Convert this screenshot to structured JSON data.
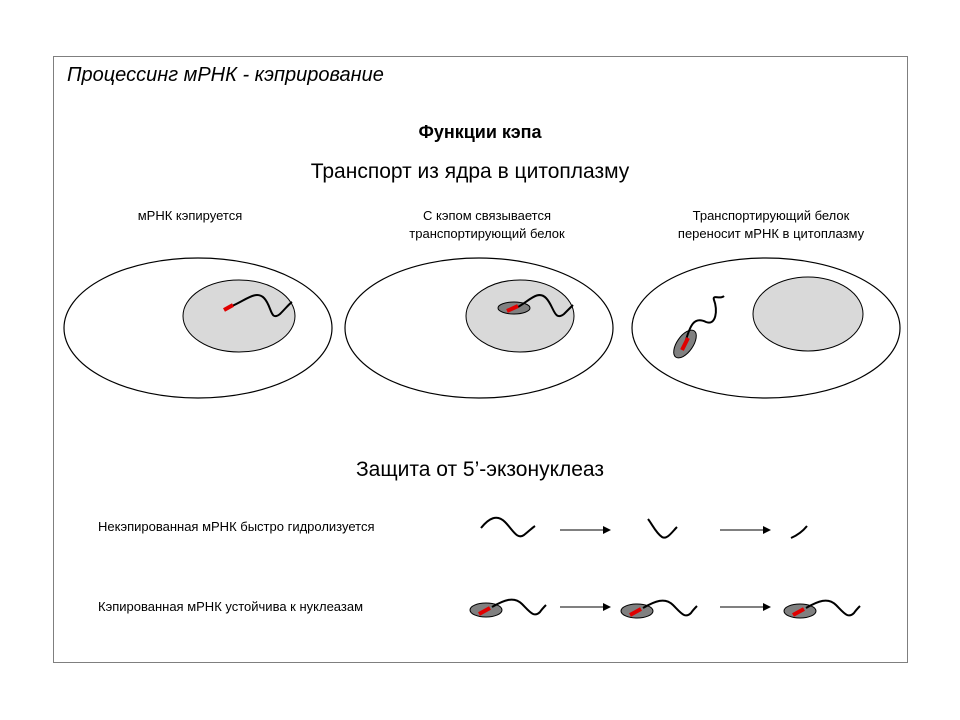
{
  "slide": {
    "title": "Процессинг мРНК - кэприрование",
    "heading": "Функции кэпа",
    "section_transport": "Транспорт из ядра в цитоплазму",
    "captions": [
      "мРНК кэпируется",
      "С кэпом связывается\nтранспортирующий белок",
      "Транспортирующий белок\nпереносит мРНК в цитоплазму"
    ],
    "section_protection": "Защита от 5’-экзонуклеаз",
    "rows": [
      "Некэпированная мРНК быстро гидролизуется",
      "Кэпированная мРНК устойчива к нуклеазам"
    ]
  },
  "colors": {
    "frame": "#7f7f7f",
    "nucleus_fill": "#d9d9d9",
    "protein_fill": "#808080",
    "cap": "#e00000",
    "strand": "#000000"
  }
}
